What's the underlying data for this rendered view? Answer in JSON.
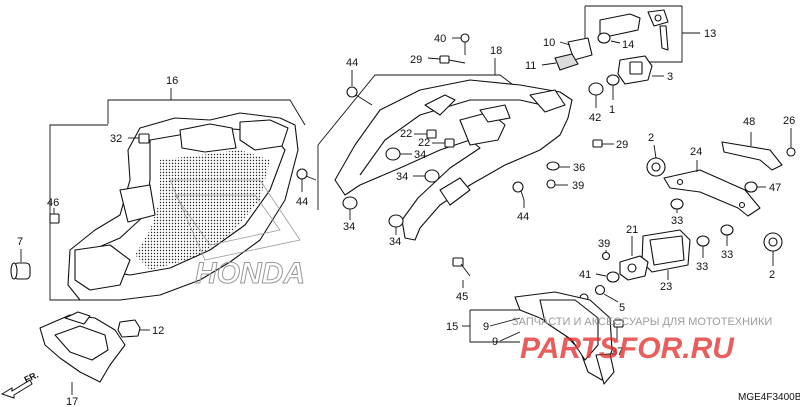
{
  "diagram": {
    "code": "MGE4F3400B",
    "brand_text": "HONDA",
    "direction_text": "FR.",
    "watermark_small": "ЗАПЧАСТИ И АКСЕССУАРЫ ДЛЯ МОТОТЕХНИКИ",
    "watermark_big": "PARTSFOR.RU"
  },
  "callouts": {
    "c1": "1",
    "c2a": "2",
    "c2b": "2",
    "c3": "3",
    "c5": "5",
    "c7": "7",
    "c9a": "9",
    "c9b": "9",
    "c10": "10",
    "c11": "11",
    "c12": "12",
    "c13": "13",
    "c14": "14",
    "c15": "15",
    "c16": "16",
    "c17": "17",
    "c18": "18",
    "c21": "21",
    "c22a": "22",
    "c22b": "22",
    "c23": "23",
    "c24": "24",
    "c26": "26",
    "c29a": "29",
    "c29b": "29",
    "c32": "32",
    "c33a": "33",
    "c33b": "33",
    "c33c": "33",
    "c34a": "34",
    "c34b": "34",
    "c34c": "34",
    "c34d": "34",
    "c36": "36",
    "c37": "37",
    "c39a": "39",
    "c39b": "39",
    "c40": "40",
    "c41": "41",
    "c42": "42",
    "c44a": "44",
    "c44b": "44",
    "c44c": "44",
    "c45": "45",
    "c46": "46",
    "c47": "47",
    "c48": "48"
  }
}
